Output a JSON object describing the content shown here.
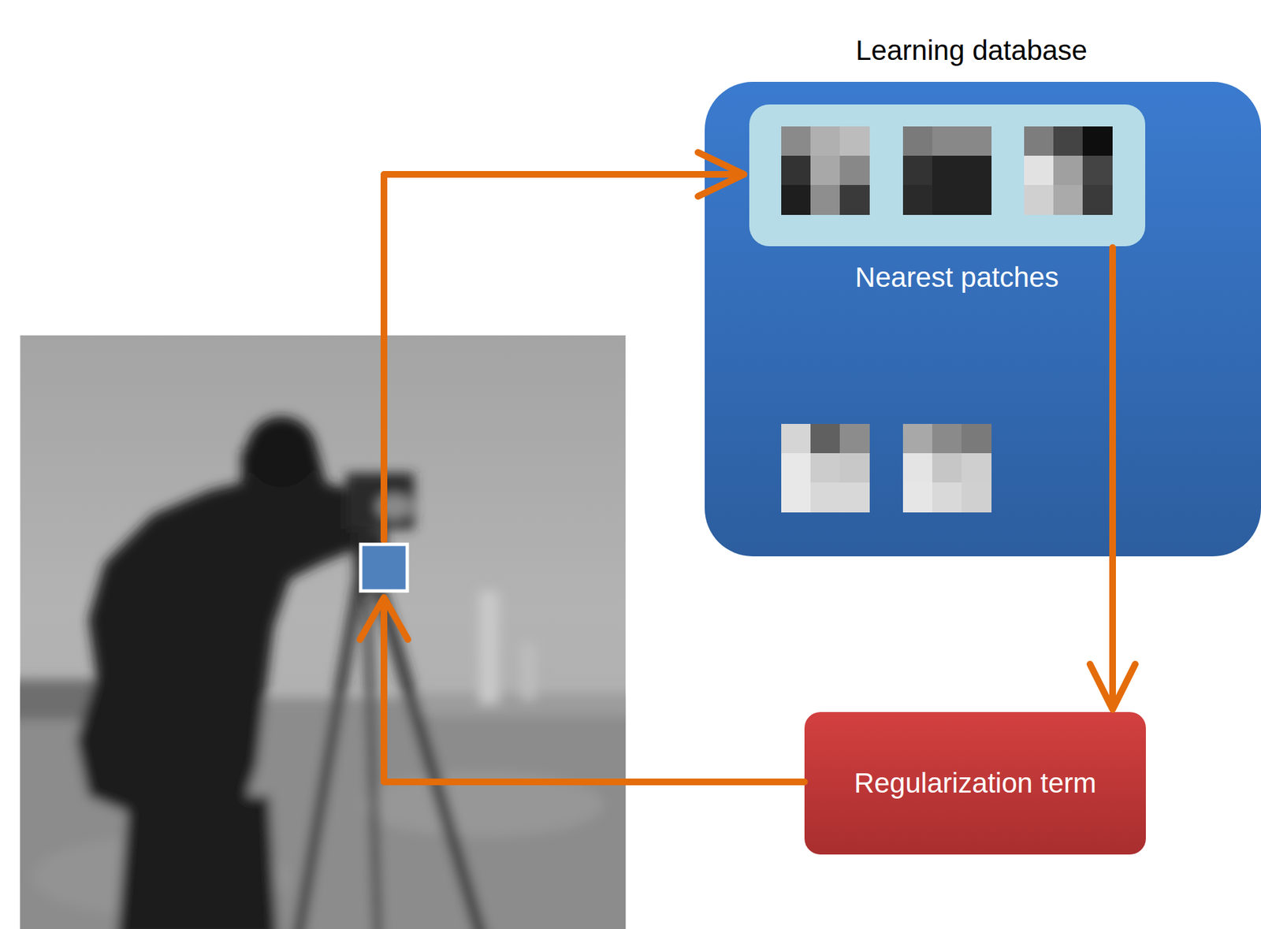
{
  "diagram": {
    "nodes": [
      {
        "text": [
          "Learning database"
        ]
      },
      {
        "text": [
          "Nearest patches"
        ],
        "in": 0
      },
      {
        "text": [
          "Regularization term"
        ]
      }
    ],
    "edges": [
      {
        "from": 1,
        "to": 2,
        "arrow": "to"
      }
    ]
  }
}
